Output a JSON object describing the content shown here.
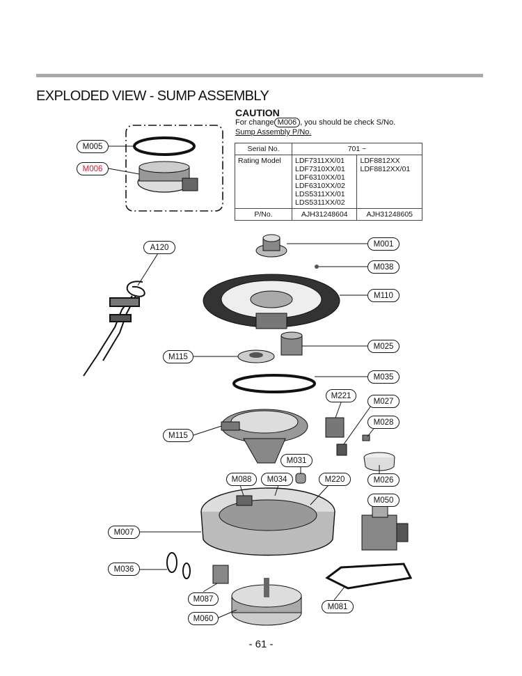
{
  "title": "EXPLODED VIEW - SUMP ASSEMBLY",
  "caution": {
    "heading": "CAUTION",
    "line_prefix": "For change",
    "part_tag": "M006",
    "line_suffix": ", you should be check S/No.",
    "subheading": "Sump Assembly P/No."
  },
  "serial_table": {
    "col_header": "Serial No.",
    "range": "701 ~",
    "rating_label": "Rating Model",
    "models_a": [
      "LDF7311XX/01",
      "LDF7310XX/01",
      "LDF6310XX/01",
      "LDF6310XX/02",
      "LDS5311XX/01",
      "LDS5311XX/02"
    ],
    "models_b": [
      "LDF8812XX",
      "LDF8812XX/01"
    ],
    "pno_label": "P/No.",
    "pno_a": "AJH31248604",
    "pno_b": "AJH31248605"
  },
  "callouts": {
    "inset_top": "M005",
    "inset_bottom": "M006",
    "A120": "A120",
    "M001": "M001",
    "M038": "M038",
    "M110": "M110",
    "M025": "M025",
    "M115a": "M115",
    "M035": "M035",
    "M221": "M221",
    "M027": "M027",
    "M028": "M028",
    "M115b": "M115",
    "M031": "M031",
    "M088": "M088",
    "M034": "M034",
    "M220": "M220",
    "M026": "M026",
    "M050": "M050",
    "M007": "M007",
    "M036": "M036",
    "M087": "M087",
    "M060": "M060",
    "M081": "M081"
  },
  "page_number": "- 61 -"
}
